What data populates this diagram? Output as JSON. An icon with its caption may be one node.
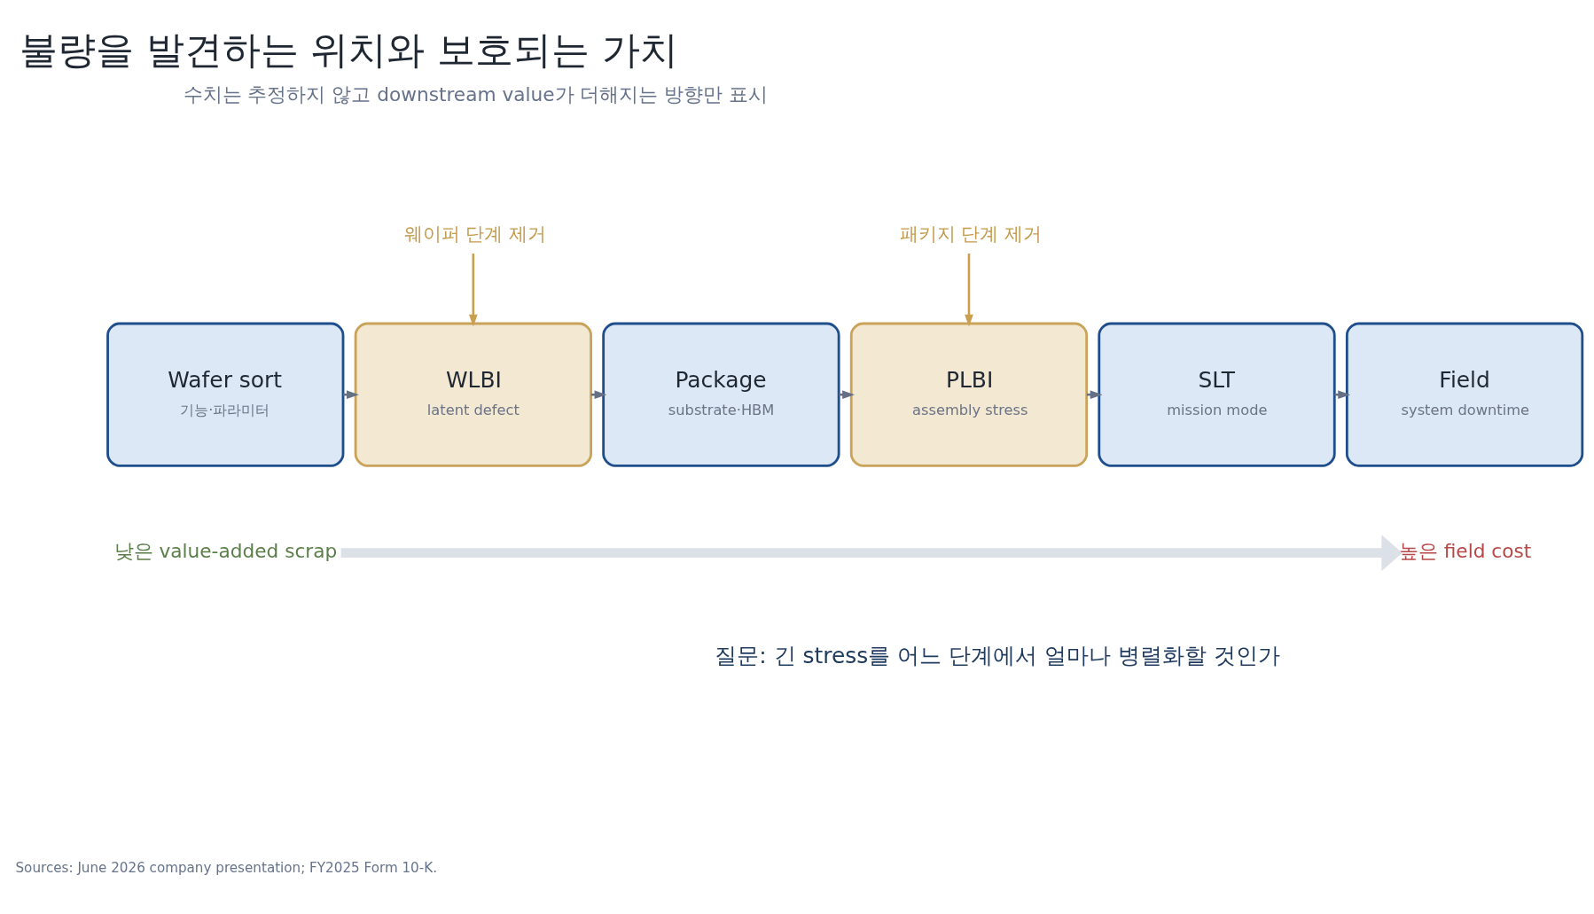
{
  "diagram": {
    "title": "불량을 발견하는 위치와 보호되는 가치",
    "nodes": [
      {
        "text": [
          "웨이퍼 단계 제거"
        ]
      },
      {
        "text": [
          "패키지 단계 제거"
        ]
      },
      {
        "text": [
          "Wafer sort",
          "기능·파라미터"
        ]
      },
      {
        "text": [
          "WLBI",
          "latent defect"
        ]
      },
      {
        "text": [
          "Package",
          "substrate·HBM"
        ]
      },
      {
        "text": [
          "PLBI",
          "assembly stress"
        ]
      },
      {
        "text": [
          "SLT",
          "mission mode"
        ]
      },
      {
        "text": [
          "Field",
          "system downtime"
        ]
      },
      {
        "text": [
          "낮은 value-added scrap"
        ]
      },
      {
        "text": [
          "높은 field cost"
        ]
      }
    ],
    "edges": [
      {
        "from": 0,
        "to": 3,
        "arrow": "to",
        "color": "#c9a04f"
      },
      {
        "from": 1,
        "to": 5,
        "arrow": "to",
        "color": "#c9a04f"
      },
      {
        "from": 2,
        "to": 3,
        "arrow": "to"
      },
      {
        "from": 3,
        "to": 4,
        "arrow": "to"
      },
      {
        "from": 4,
        "to": 5,
        "arrow": "to"
      },
      {
        "from": 5,
        "to": 6,
        "arrow": "to"
      },
      {
        "from": 6,
        "to": 7,
        "arrow": "to"
      },
      {
        "from": 8,
        "to": 9,
        "arrow": "to",
        "style": "thick",
        "color": "#dce1e8"
      }
    ],
    "labels": [
      "수치는 추정하지 않고 downstream value가 더해지는 방향만 표시",
      "질문: 긴 stress를 어느 단계에서 얼마나 병렬화할 것인가",
      "Sources: June 2026 company presentation; FY2025 Form 10-K."
    ]
  }
}
